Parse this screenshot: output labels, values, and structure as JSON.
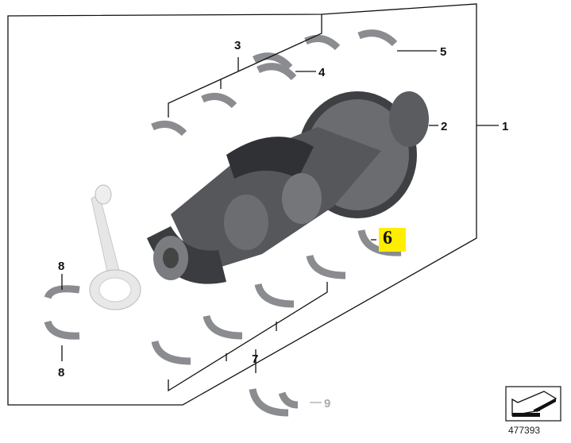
{
  "labels": {
    "l1": "1",
    "l2": "2",
    "l3": "3",
    "l4": "4",
    "l5": "5",
    "l6": "6",
    "l7": "7",
    "l8a": "8",
    "l8b": "8",
    "l9": "9"
  },
  "highlighted_label": "6",
  "highlight_color": "#ffee00",
  "document_number": "477393",
  "icons": [
    "crankshaft",
    "connecting-rod",
    "bearing-shell",
    "view-arrow-icon"
  ]
}
